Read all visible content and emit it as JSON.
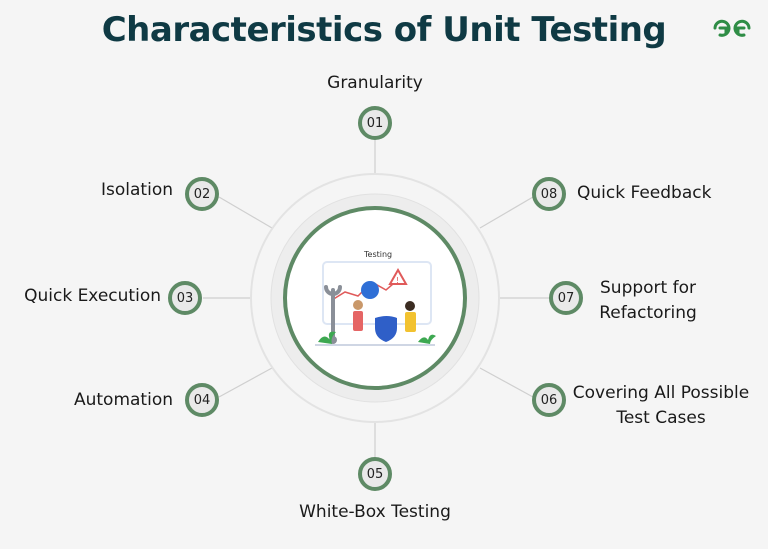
{
  "title": "Characteristics of Unit Testing",
  "logo_text": "GfG",
  "center": {
    "caption": "Testing"
  },
  "colors": {
    "title": "#0f3a44",
    "accent": "#5e8a65",
    "logo": "#2f8d46"
  },
  "characteristics": [
    {
      "num": "01",
      "label": "Granularity"
    },
    {
      "num": "02",
      "label": "Isolation"
    },
    {
      "num": "03",
      "label": "Quick Execution"
    },
    {
      "num": "04",
      "label": "Automation"
    },
    {
      "num": "05",
      "label": "White-Box Testing"
    },
    {
      "num": "06",
      "label_line1": "Covering All Possible",
      "label_line2": "Test Cases"
    },
    {
      "num": "07",
      "label_line1": "Support for",
      "label_line2": "Refactoring"
    },
    {
      "num": "08",
      "label": "Quick Feedback"
    }
  ]
}
